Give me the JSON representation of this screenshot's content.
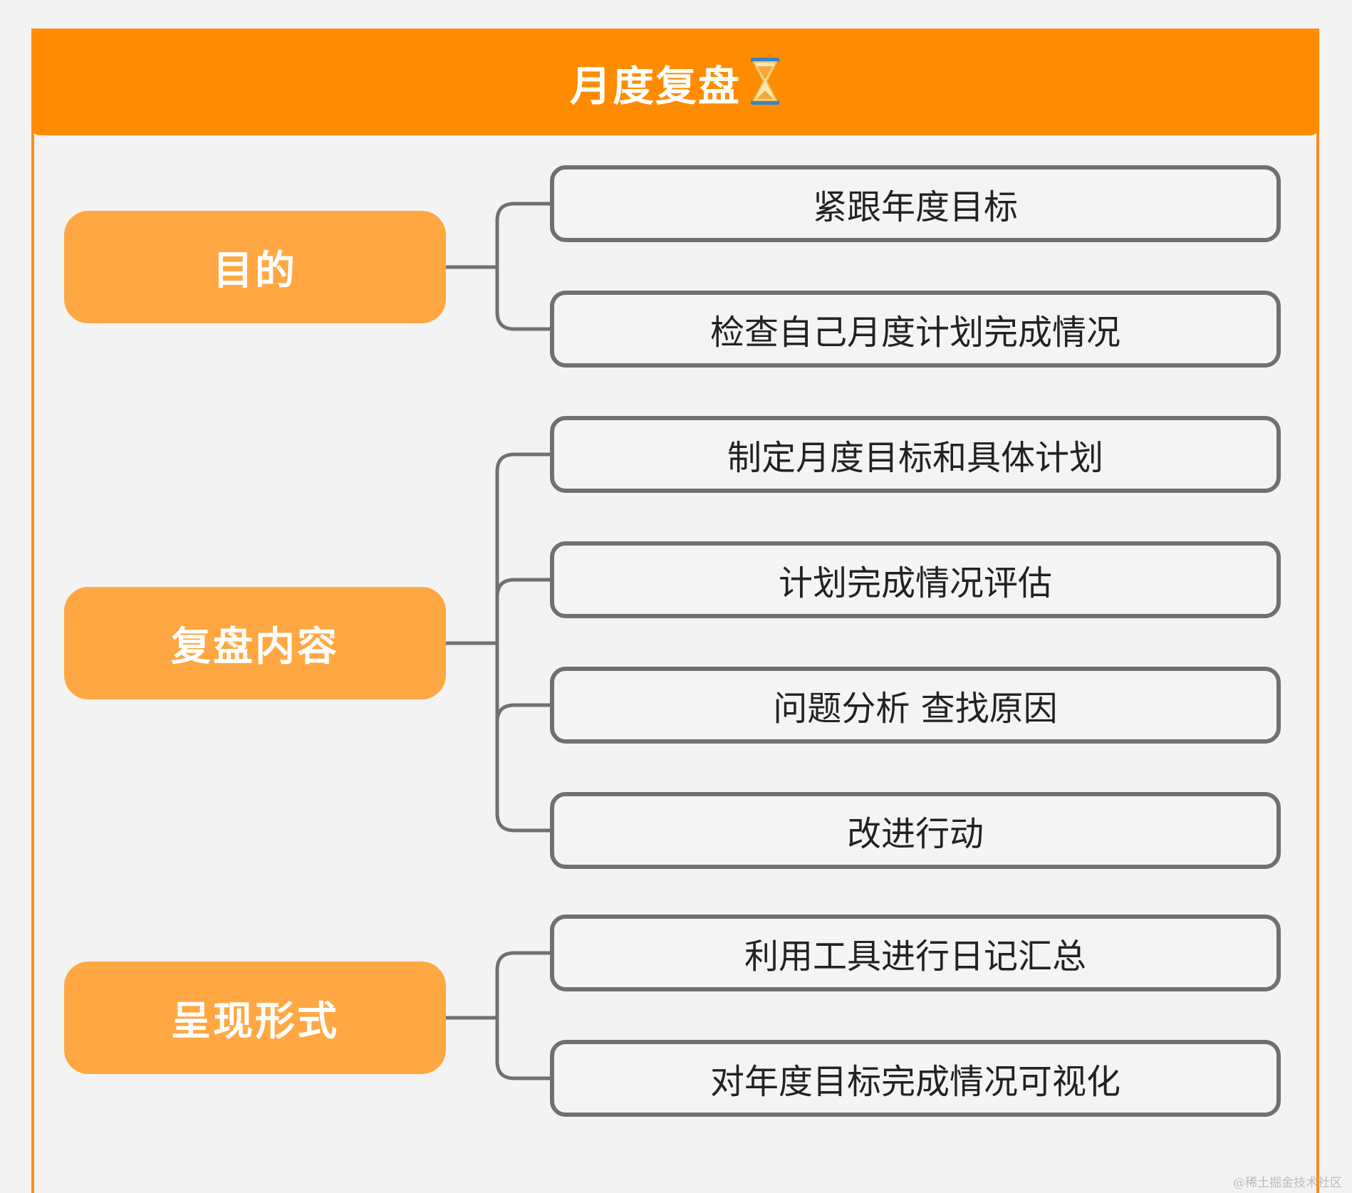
{
  "header": {
    "title": "月度复盘",
    "icon": "hourglass-icon"
  },
  "groups": [
    {
      "label": "目的",
      "items": [
        "紧跟年度目标",
        "检查自己月度计划完成情况"
      ]
    },
    {
      "label": "复盘内容",
      "items": [
        "制定月度目标和具体计划",
        "计划完成情况评估",
        "问题分析 查找原因",
        "改进行动"
      ]
    },
    {
      "label": "呈现形式",
      "items": [
        "利用工具进行日记汇总",
        "对年度目标完成情况可视化"
      ]
    }
  ],
  "colors": {
    "header": "#ff8c00",
    "category": "#ffa843",
    "border": "#f58f1f",
    "leaf_border": "#707070"
  },
  "watermark": "@稀土掘金技术社区"
}
